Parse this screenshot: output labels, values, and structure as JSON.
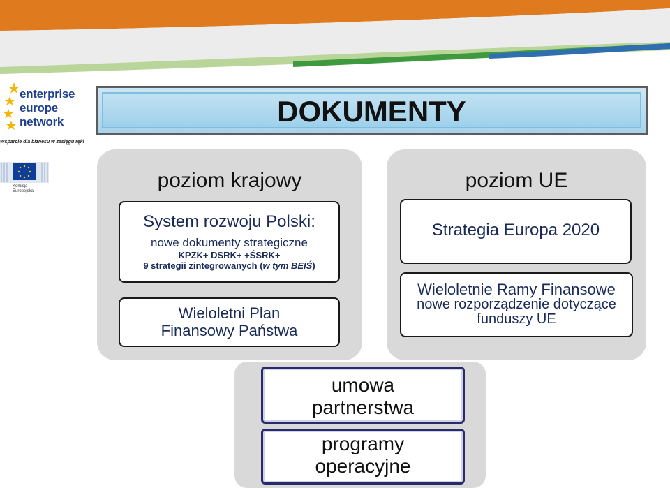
{
  "logo": {
    "line1": "enterprise",
    "line2": "europe",
    "line3": "network",
    "tagline": "Wsparcie dla biznesu w zasięgu ręki",
    "eu_label_line1": "Komisja",
    "eu_label_line2": "Europejska"
  },
  "title": "DOKUMENTY",
  "national": {
    "heading": "poziom krajowy",
    "system_box": {
      "title": "System rozwoju Polski:",
      "line1": "nowe dokumenty strategiczne",
      "line2": "KPZK+ DSRK+ +ŚSRK+",
      "line3_prefix": "9 strategii zintegrowanych (",
      "line3_italic": "w tym BEIŚ",
      "line3_suffix": ")"
    },
    "plan_box": {
      "line1": "Wieloletni Plan",
      "line2": "Finansowy Państwa"
    }
  },
  "eu": {
    "heading": "poziom UE",
    "strategy_box": "Strategia Europa 2020",
    "mff_box": {
      "line1": "Wieloletnie Ramy Finansowe",
      "line2": "nowe rozporządzenie dotyczące",
      "line3": "funduszy  UE"
    }
  },
  "bottom": {
    "agreement": {
      "line1": "umowa",
      "line2": "partnerstwa"
    },
    "programs": {
      "line1": "programy",
      "line2": "operacyjne"
    }
  },
  "colors": {
    "panel": "#d9d9d9",
    "title_bar": "#a8d3ea",
    "orange_band": "#e07a1e",
    "green_band": "#3f9a3f",
    "blue_band": "#2f6fb0"
  }
}
